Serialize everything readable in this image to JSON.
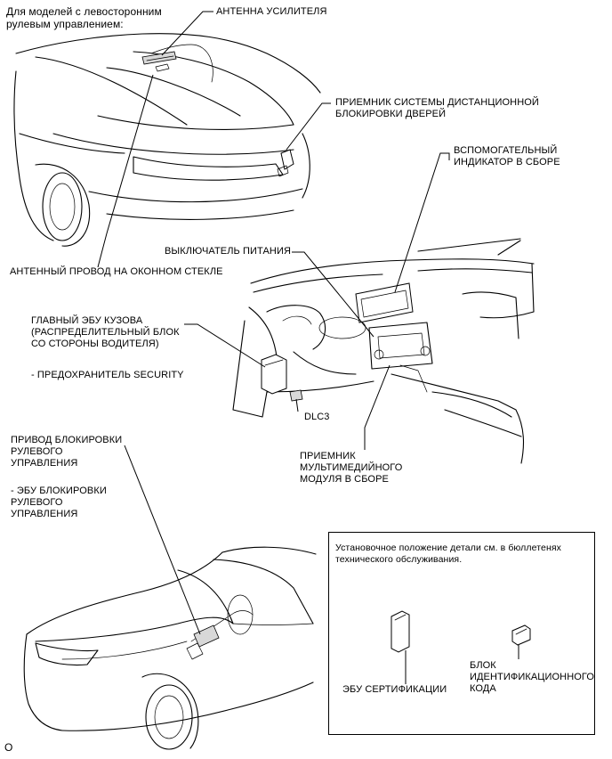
{
  "header": {
    "lhd_note": "Для моделей с левосторонним\nрулевым управлением:"
  },
  "labels": {
    "amplifier_antenna": "АНТЕННА УСИЛИТЕЛЯ",
    "door_lock_receiver": "ПРИЕМНИК СИСТЕМЫ ДИСТАНЦИОННОЙ\nБЛОКИРОВКИ ДВЕРЕЙ",
    "aux_indicator": "ВСПОМОГАТЕЛЬНЫЙ\nИНДИКАТОР В СБОРЕ",
    "power_switch": "ВЫКЛЮЧАТЕЛЬ ПИТАНИЯ",
    "window_antenna_wire": "АНТЕННЫЙ ПРОВОД НА ОКОННОМ СТЕКЛЕ",
    "main_body_ecu": "ГЛАВНЫЙ ЭБУ КУЗОВА\n(РАСПРЕДЕЛИТЕЛЬНЫЙ БЛОК\nСО СТОРОНЫ ВОДИТЕЛЯ)",
    "security_fuse": "- ПРЕДОХРАНИТЕЛЬ SECURITY",
    "dlc3": "DLC3",
    "multimedia_receiver": "ПРИЕМНИК\nМУЛЬТИМЕДИЙНОГО\nМОДУЛЯ В СБОРЕ",
    "steering_lock_actuator": "ПРИВОД БЛОКИРОВКИ\nРУЛЕВОГО\nУПРАВЛЕНИЯ",
    "steering_lock_ecu": "- ЭБУ БЛОКИРОВКИ\nРУЛЕВОГО\nУПРАВЛЕНИЯ",
    "certification_ecu": "ЭБУ СЕРТИФИКАЦИИ",
    "id_code_box": "БЛОК\nИДЕНТИФИКАЦИОННОГО\nКОДА"
  },
  "note_box": {
    "text": "Установочное положение детали см. в бюллетенях\nтехнического обслуживания."
  },
  "figure_code": "O"
}
